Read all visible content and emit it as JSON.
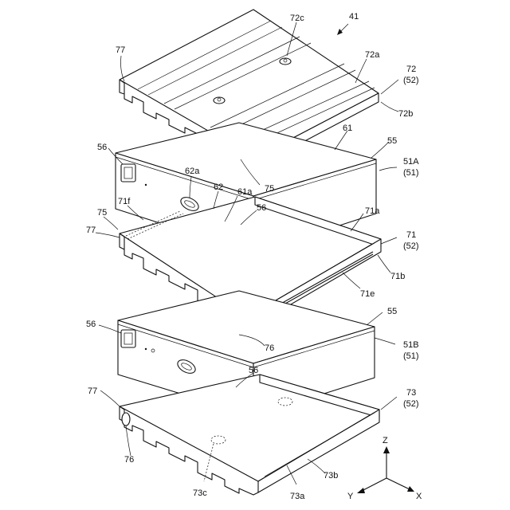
{
  "figure": {
    "labels": [
      {
        "id": "41",
        "text": "41"
      },
      {
        "id": "72c",
        "text": "72c"
      },
      {
        "id": "77-top",
        "text": "77"
      },
      {
        "id": "72a",
        "text": "72a"
      },
      {
        "id": "72",
        "text": "72"
      },
      {
        "id": "72-52",
        "text": "(52)"
      },
      {
        "id": "72b",
        "text": "72b"
      },
      {
        "id": "61",
        "text": "61"
      },
      {
        "id": "55-top",
        "text": "55"
      },
      {
        "id": "56-a",
        "text": "56"
      },
      {
        "id": "51A",
        "text": "51A"
      },
      {
        "id": "51A-51",
        "text": "(51)"
      },
      {
        "id": "75-top",
        "text": "75"
      },
      {
        "id": "62a",
        "text": "62a"
      },
      {
        "id": "62",
        "text": "62"
      },
      {
        "id": "61a",
        "text": "61a"
      },
      {
        "id": "71f",
        "text": "71f"
      },
      {
        "id": "56-b",
        "text": "56"
      },
      {
        "id": "71a",
        "text": "71a"
      },
      {
        "id": "75-mid",
        "text": "75"
      },
      {
        "id": "77-mid",
        "text": "77"
      },
      {
        "id": "71",
        "text": "71"
      },
      {
        "id": "71-52",
        "text": "(52)"
      },
      {
        "id": "71b",
        "text": "71b"
      },
      {
        "id": "71e",
        "text": "71e"
      },
      {
        "id": "55-mid",
        "text": "55"
      },
      {
        "id": "56-c",
        "text": "56"
      },
      {
        "id": "76-mid",
        "text": "76"
      },
      {
        "id": "51B",
        "text": "51B"
      },
      {
        "id": "51B-51",
        "text": "(51)"
      },
      {
        "id": "56-d",
        "text": "56"
      },
      {
        "id": "77-bot",
        "text": "77"
      },
      {
        "id": "73",
        "text": "73"
      },
      {
        "id": "73-52",
        "text": "(52)"
      },
      {
        "id": "76-bot",
        "text": "76"
      },
      {
        "id": "73b",
        "text": "73b"
      },
      {
        "id": "73c",
        "text": "73c"
      },
      {
        "id": "73a",
        "text": "73a"
      }
    ],
    "axes": {
      "z": "Z",
      "y": "Y",
      "x": "X"
    }
  }
}
